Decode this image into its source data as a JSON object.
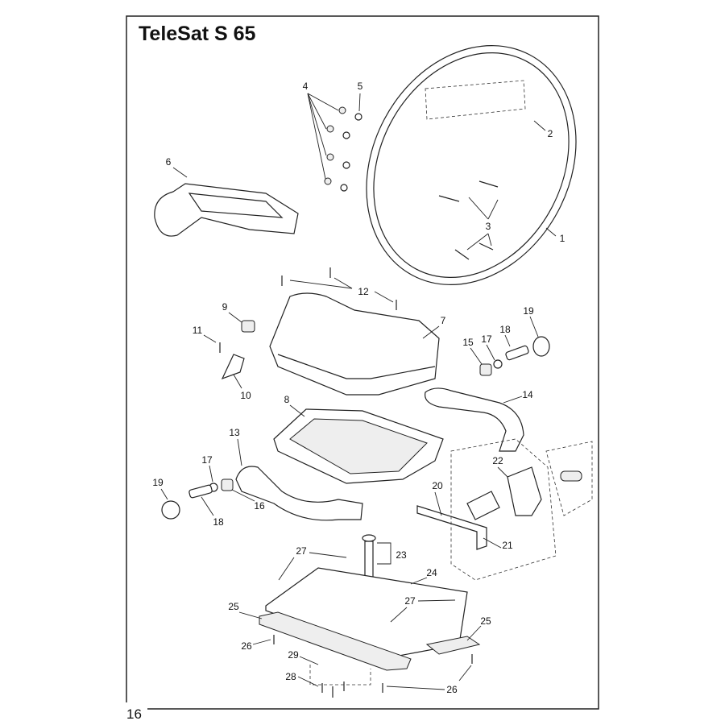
{
  "title": "TeleSat S 65",
  "page_number": "16",
  "callouts": {
    "c1": "1",
    "c2": "2",
    "c3": "3",
    "c4": "4",
    "c5": "5",
    "c6": "6",
    "c7": "7",
    "c8": "8",
    "c9": "9",
    "c10": "10",
    "c11": "11",
    "c12": "12",
    "c13": "13",
    "c14": "14",
    "c15": "15",
    "c16": "16",
    "c17a": "17",
    "c17b": "17",
    "c18a": "18",
    "c18b": "18",
    "c19a": "19",
    "c19b": "19",
    "c20": "20",
    "c21": "21",
    "c22": "22",
    "c23": "23",
    "c24": "24",
    "c25a": "25",
    "c25b": "25",
    "c26a": "26",
    "c26b": "26",
    "c27a": "27",
    "c27b": "27",
    "c28": "28",
    "c29": "29"
  }
}
